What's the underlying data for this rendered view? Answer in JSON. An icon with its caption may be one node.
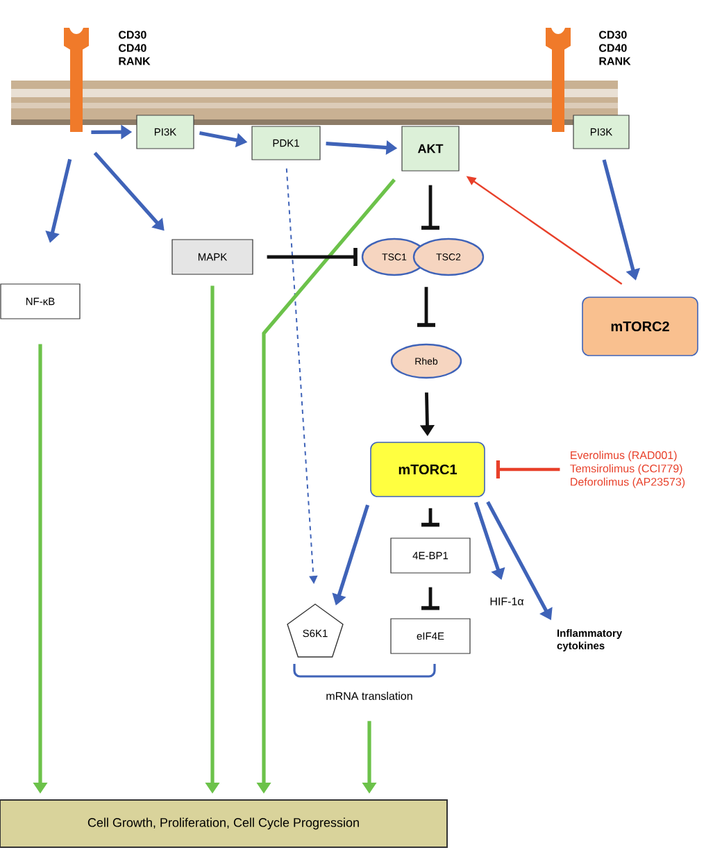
{
  "diagram": {
    "nodes": [
      {
        "text": [],
        "shape": "receptor",
        "beside": [
          "CD30 CD40 RANK"
        ]
      },
      {
        "text": [],
        "shape": "receptor",
        "beside": [
          "CD30 CD40 RANK"
        ]
      },
      {
        "text": [
          "PI3K"
        ]
      },
      {
        "text": [
          "PDK1"
        ]
      },
      {
        "text": [
          "AKT"
        ]
      },
      {
        "text": [
          "PI3K"
        ]
      },
      {
        "text": [
          "NF-κB"
        ]
      },
      {
        "text": [
          "MAPK"
        ]
      },
      {
        "text": [
          "TSC1"
        ]
      },
      {
        "text": [
          "TSC2"
        ]
      },
      {
        "text": [
          "mTORC2"
        ]
      },
      {
        "text": [
          "Rheb"
        ]
      },
      {
        "text": [
          "mTORC1"
        ]
      },
      {
        "text": [
          "Everolimus (RAD001)",
          "Temsirolimus (CCI779)",
          "Deforolimus (AP23573)"
        ]
      },
      {
        "text": [
          "4E-BP1"
        ]
      },
      {
        "text": [
          "S6K1"
        ]
      },
      {
        "text": [
          "eIF4E"
        ]
      },
      {
        "text": [
          "HIF-1α"
        ]
      },
      {
        "text": [
          "Inflammatory cytokines"
        ]
      },
      {
        "text": [
          "Cell Growth, Proliferation, Cell Cycle Progression"
        ]
      },
      {
        "text": [
          "mRNA  translation"
        ]
      }
    ],
    "edges": [
      {
        "from": 0,
        "to": 2,
        "arrow": "to"
      },
      {
        "from": 2,
        "to": 3,
        "arrow": "to"
      },
      {
        "from": 3,
        "to": 4,
        "arrow": "to"
      },
      {
        "from": 3,
        "to": 15,
        "arrow": "to",
        "style": "dashed"
      },
      {
        "from": 0,
        "to": 6,
        "arrow": "to"
      },
      {
        "from": 0,
        "to": 7,
        "arrow": "to"
      },
      {
        "from": 6,
        "to": 19,
        "arrow": "to",
        "color": "#6cc24a"
      },
      {
        "from": 7,
        "to": 19,
        "arrow": "to",
        "color": "#6cc24a"
      },
      {
        "from": 4,
        "to": 19,
        "arrow": "to",
        "color": "#6cc24a"
      },
      {
        "from": 7,
        "to": 8,
        "arrow": "other",
        "color": "#111111"
      },
      {
        "from": 4,
        "to": 9,
        "arrow": "other",
        "color": "#111111"
      },
      {
        "from": 5,
        "to": 10,
        "arrow": "to"
      },
      {
        "from": 10,
        "to": 4,
        "arrow": "to",
        "color": "#e8402a"
      },
      {
        "from": 9,
        "to": 11,
        "arrow": "other",
        "color": "#111111"
      },
      {
        "from": 11,
        "to": 12,
        "arrow": "to",
        "color": "#111111"
      },
      {
        "from": 13,
        "to": 12,
        "arrow": "other",
        "color": "#e8402a"
      },
      {
        "from": 12,
        "to": 14,
        "arrow": "other",
        "color": "#111111"
      },
      {
        "from": 14,
        "to": 16,
        "arrow": "other",
        "color": "#111111"
      },
      {
        "from": 12,
        "to": 15,
        "arrow": "to"
      },
      {
        "from": 12,
        "to": 17,
        "arrow": "to"
      },
      {
        "from": 12,
        "to": 18,
        "arrow": "to"
      },
      {
        "from": 20,
        "to": 19,
        "arrow": "to",
        "color": "#6cc24a"
      }
    ]
  }
}
